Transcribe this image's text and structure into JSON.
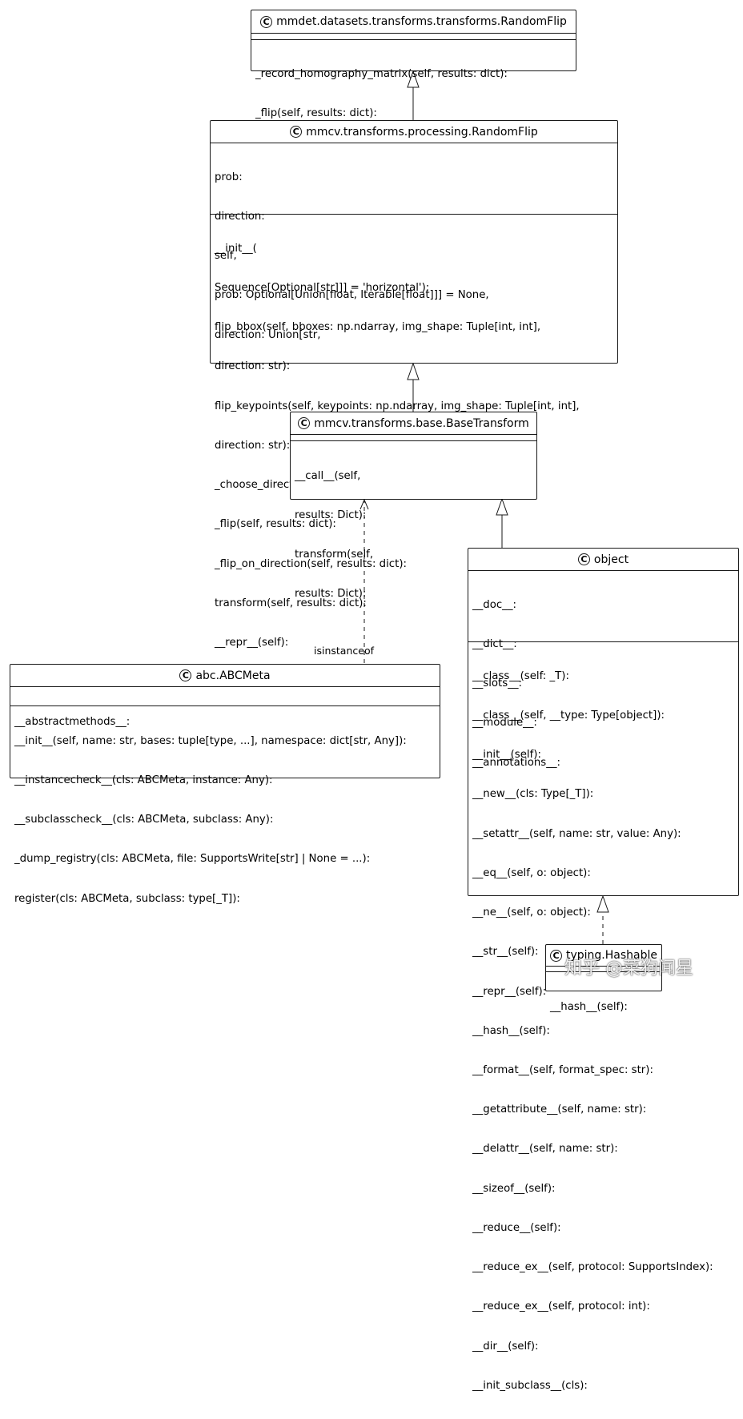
{
  "classes": {
    "mmdet_randomflip": {
      "icon": "C",
      "title": "mmdet.datasets.transforms.transforms.RandomFlip",
      "attributes": [],
      "methods": [
        "_record_homography_matrix(self, results: dict):",
        "_flip(self, results: dict):"
      ]
    },
    "mmcv_randomflip": {
      "icon": "C",
      "title": "mmcv.transforms.processing.RandomFlip",
      "attributes": [
        "prob:",
        "direction:",
        "self,",
        "prob: Optional[Union[float, Iterable[float]]] = None,",
        "direction: Union[str,"
      ],
      "methods": [
        "__init__(",
        "Sequence[Optional[str]]] = 'horizontal'):",
        "flip_bbox(self, bboxes: np.ndarray, img_shape: Tuple[int, int],",
        "direction: str):",
        "flip_keypoints(self, keypoints: np.ndarray, img_shape: Tuple[int, int],",
        "direction: str):",
        "_choose_direction(self):",
        "_flip(self, results: dict):",
        "_flip_on_direction(self, results: dict):",
        "transform(self, results: dict):",
        "__repr__(self):"
      ]
    },
    "basetransform": {
      "icon": "C",
      "title": "mmcv.transforms.base.BaseTransform",
      "attributes": [],
      "methods": [
        "__call__(self,",
        "results: Dict):",
        "transform(self,",
        "results: Dict):"
      ]
    },
    "object": {
      "icon": "C",
      "title": "object",
      "attributes": [
        "__doc__:",
        "__dict__:",
        "__slots__:",
        "__module__:",
        "__annotations__:"
      ],
      "methods": [
        "__class__(self: _T):",
        "__class__(self, __type: Type[object]):",
        "__init__(self):",
        "__new__(cls: Type[_T]):",
        "__setattr__(self, name: str, value: Any):",
        "__eq__(self, o: object):",
        "__ne__(self, o: object):",
        "__str__(self):",
        "__repr__(self):",
        "__hash__(self):",
        "__format__(self, format_spec: str):",
        "__getattribute__(self, name: str):",
        "__delattr__(self, name: str):",
        "__sizeof__(self):",
        "__reduce__(self):",
        "__reduce_ex__(self, protocol: SupportsIndex):",
        "__reduce_ex__(self, protocol: int):",
        "__dir__(self):",
        "__init_subclass__(cls):"
      ]
    },
    "abcmeta": {
      "icon": "C",
      "title": "abc.ABCMeta",
      "attributes": [
        "__abstractmethods__:"
      ],
      "methods": [
        "__init__(self, name: str, bases: tuple[type, ...], namespace: dict[str, Any]):",
        "__instancecheck__(cls: ABCMeta, instance: Any):",
        "__subclasscheck__(cls: ABCMeta, subclass: Any):",
        "_dump_registry(cls: ABCMeta, file: SupportsWrite[str] | None = ...):",
        "register(cls: ABCMeta, subclass: type[_T]):"
      ]
    },
    "hashable": {
      "icon": "C",
      "title": "typing.Hashable",
      "attributes": [],
      "methods": [
        "__hash__(self):"
      ]
    }
  },
  "edges": {
    "isinstanceof_label": "isinstanceof"
  },
  "watermark": "知乎 @菜狗闻星",
  "colors": {
    "line": "#181818",
    "background": "#ffffff"
  }
}
